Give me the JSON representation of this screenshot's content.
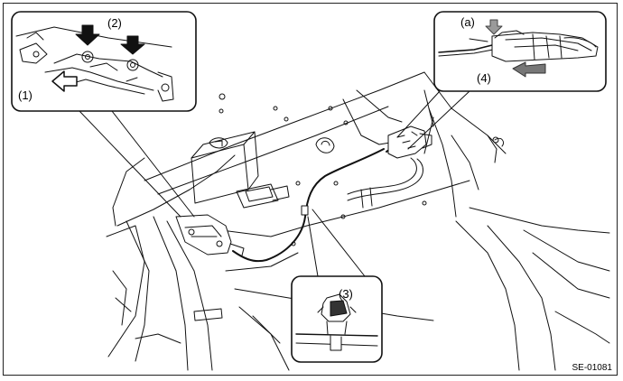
{
  "figure": {
    "callouts": {
      "c1": "(1)",
      "c2": "(2)",
      "c3": "(3)",
      "c4": "(4)",
      "ca": "(a)"
    },
    "figure_code": "SE-01081"
  },
  "colors": {
    "line": "#111111",
    "arrow_fill": "#111111",
    "arrow_outline": "#111111",
    "arrow_grey": "#9a9a9a",
    "background": "#ffffff"
  },
  "icons": [
    "down-arrow-icon",
    "up-arrow-icon",
    "direction-arrow-icon"
  ]
}
